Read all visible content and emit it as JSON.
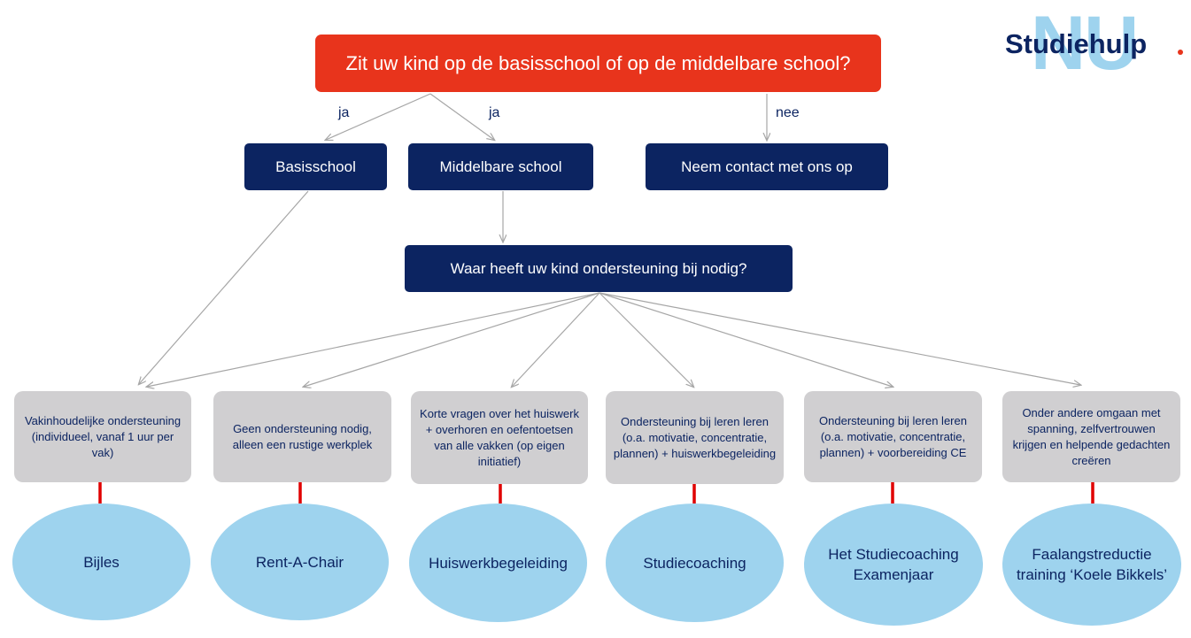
{
  "logo": {
    "brand": "Studiehulp",
    "mark": "NU"
  },
  "top_question": "Zit uw kind op de basisschool of op de middelbare school?",
  "edge_labels": {
    "ja_left": "ja",
    "ja_right": "ja",
    "nee": "nee"
  },
  "level1": {
    "basisschool": "Basisschool",
    "middelbare": "Middelbare school",
    "contact": "Neem contact met ons op"
  },
  "second_question": "Waar heeft uw kind ondersteuning bij nodig?",
  "needs": [
    "Vakinhoudelijke ondersteuning (individueel, vanaf 1 uur per vak)",
    "Geen ondersteuning nodig, alleen een rustige werkplek",
    "Korte vragen over het huiswerk + overhoren en oefentoetsen van alle vakken (op eigen initiatief)",
    "Ondersteuning bij leren leren (o.a. motivatie, concentratie, plannen) + huiswerkbegeleiding",
    "Ondersteuning bij leren leren (o.a. motivatie, concentratie, plannen) + voorbereiding CE",
    "Onder andere omgaan met spanning, zelfvertrouwen krijgen en helpende gedachten creëren"
  ],
  "services": [
    "Bijles",
    "Rent-A-Chair",
    "Huiswerkbegeleiding",
    "Studiecoaching",
    "Het Studiecoaching Examenjaar",
    "Faalangstreductie training ‘Koele Bikkels’"
  ],
  "colors": {
    "accent_red": "#e8341c",
    "navy": "#0c2461",
    "grey_box": "#d0cfd1",
    "light_blue": "#9ed3ee",
    "arrow": "#a6a6a6",
    "connector_red": "#e00000"
  }
}
